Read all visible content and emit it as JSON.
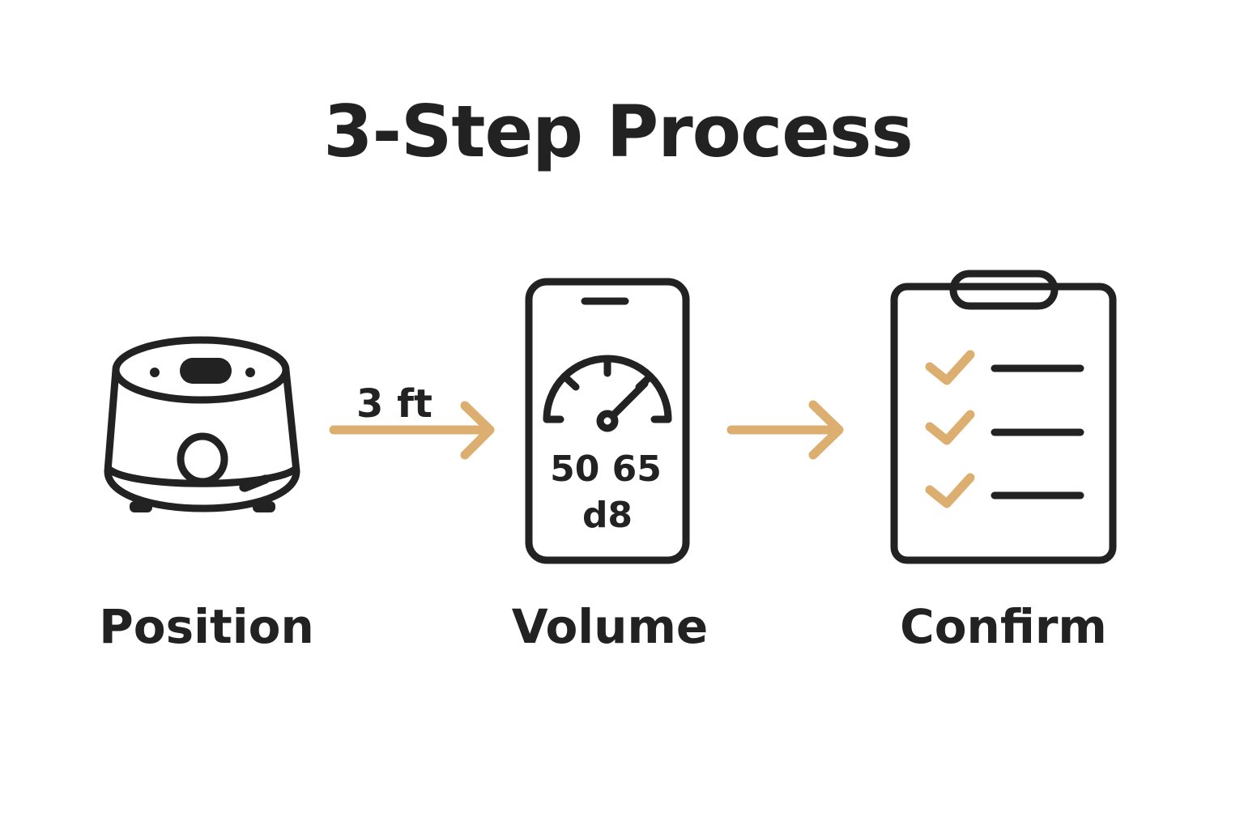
{
  "title": "3-Step Process",
  "colors": {
    "ink": "#222222",
    "accent": "#DCAE70",
    "background": "#ffffff"
  },
  "steps": [
    {
      "label": "Position",
      "icon": "sound-machine-icon"
    },
    {
      "label": "Volume",
      "icon": "phone-decibel-meter-icon"
    },
    {
      "label": "Confirm",
      "icon": "checklist-clipboard-icon"
    }
  ],
  "connectors": [
    {
      "label": "3 ft",
      "icon": "arrow-right-icon"
    },
    {
      "label": "",
      "icon": "arrow-right-icon"
    }
  ],
  "meter": {
    "readout_line1": "50 65",
    "readout_line2": "d8"
  }
}
